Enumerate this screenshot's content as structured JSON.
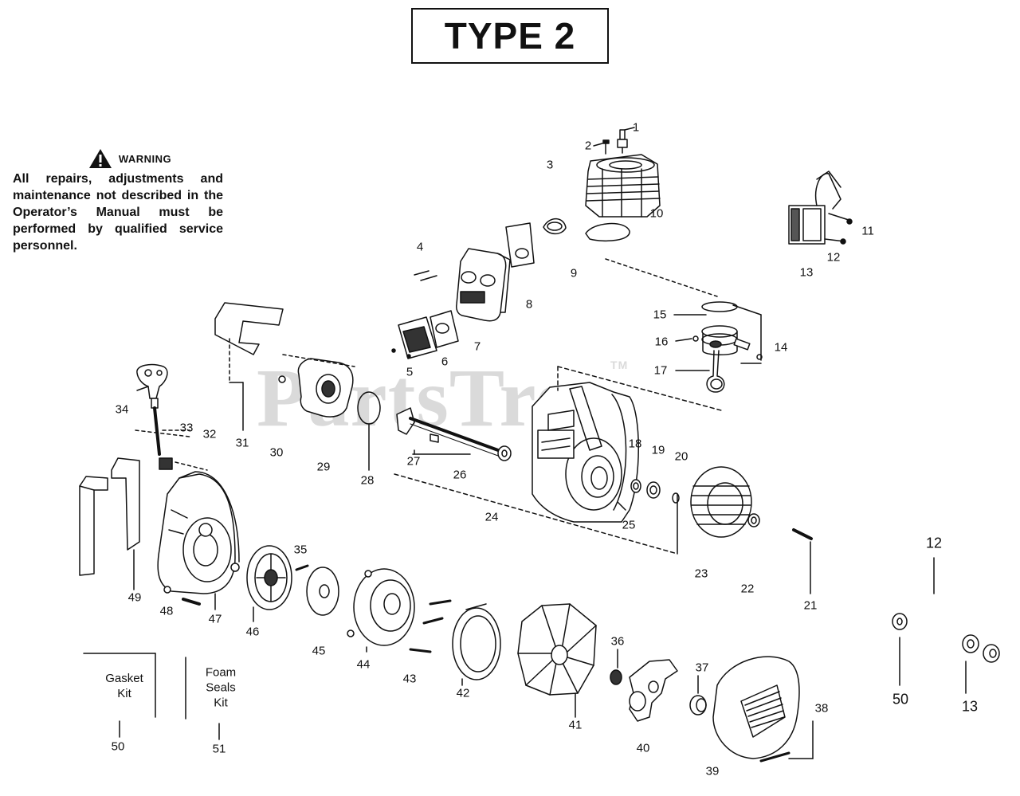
{
  "title": "TYPE 2",
  "warning": {
    "heading": "WARNING",
    "text": "All repairs, adjustments and maintenance not described in the Operator’s Manual must be performed by qualified service personnel."
  },
  "watermark": {
    "text": "PartsTree",
    "mark": "TM"
  },
  "kits": {
    "gasket_kit": "Gasket\nKit",
    "foam_seals_kit": "Foam\nSeals\nKit"
  },
  "part_labels": {
    "p1": "1",
    "p2": "2",
    "p3": "3",
    "p4": "4",
    "p5": "5",
    "p6": "6",
    "p7": "7",
    "p8": "8",
    "p9": "9",
    "p10": "10",
    "p11": "11",
    "p12": "12",
    "p13": "13",
    "p14": "14",
    "p15": "15",
    "p16": "16",
    "p17": "17",
    "p18": "18",
    "p19": "19",
    "p20": "20",
    "p21": "21",
    "p22": "22",
    "p23": "23",
    "p24": "24",
    "p25": "25",
    "p26": "26",
    "p27": "27",
    "p28": "28",
    "p29": "29",
    "p30": "30",
    "p31": "31",
    "p32": "32",
    "p33": "33",
    "p34": "34",
    "p35": "35",
    "p36": "36",
    "p37": "37",
    "p38": "38",
    "p39": "39",
    "p40": "40",
    "p41": "41",
    "p42": "42",
    "p43": "43",
    "p44": "44",
    "p45": "45",
    "p46": "46",
    "p47": "47",
    "p48": "48",
    "p49": "49",
    "p50": "50",
    "p51": "51",
    "kit12": "12",
    "kit50": "50",
    "kit13": "13"
  }
}
